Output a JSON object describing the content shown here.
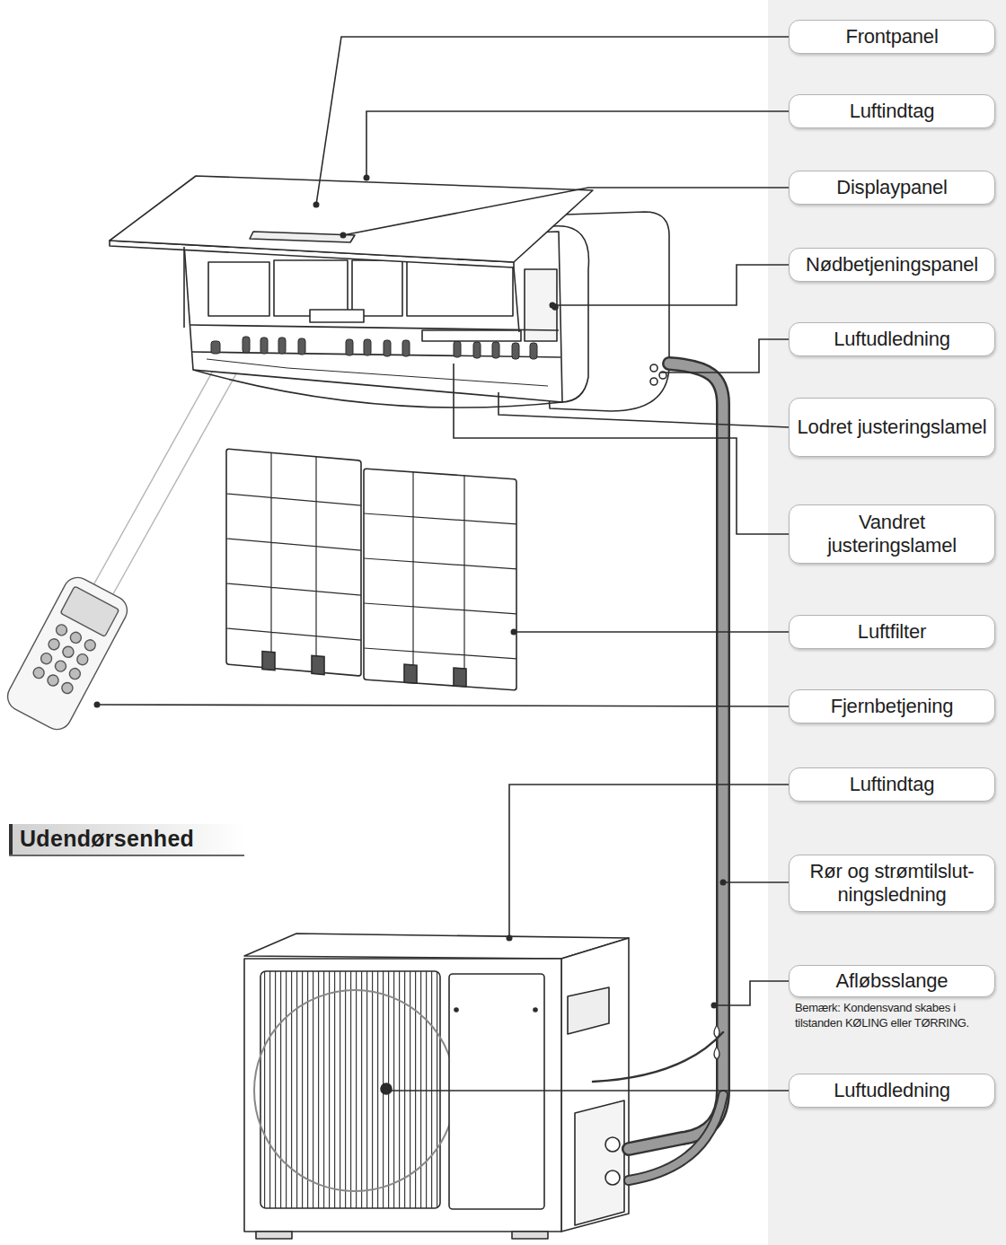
{
  "diagram": {
    "nodes": [
      {
        "text": [
          "Frontpanel"
        ]
      },
      {
        "text": [
          "Luftindtag"
        ]
      },
      {
        "text": [
          "Displaypanel"
        ]
      },
      {
        "text": [
          "Nødbetjeningspanel"
        ]
      },
      {
        "text": [
          "Luftudledning"
        ]
      },
      {
        "text": [
          "Lodret justeringslamel"
        ]
      },
      {
        "text": [
          "Vandret justeringslamel"
        ]
      },
      {
        "text": [
          "Luftfilter"
        ]
      },
      {
        "text": [
          "Fjernbetjening"
        ]
      },
      {
        "text": [
          "Luftindtag"
        ]
      },
      {
        "text": [
          "Rør og strømtilslut- ningsledning"
        ]
      },
      {
        "text": [
          "Afløbsslange",
          "Bemærk: Kondensvand skabes i tilstanden KØLING eller TØRRING."
        ]
      },
      {
        "text": [
          "Luftudledning"
        ]
      }
    ],
    "labels": [
      "Udendørsenhed"
    ]
  }
}
